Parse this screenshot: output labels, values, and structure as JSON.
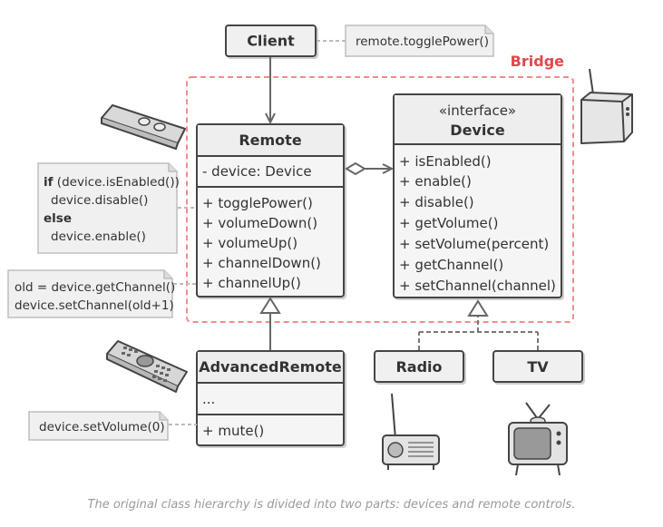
{
  "bridge_label": "Bridge",
  "classes": {
    "client": {
      "name": "Client"
    },
    "remote": {
      "name": "Remote",
      "fields": [
        "- device: Device"
      ],
      "methods": [
        "+ togglePower()",
        "+ volumeDown()",
        "+ volumeUp()",
        "+ channelDown()",
        "+ channelUp()"
      ]
    },
    "device": {
      "stereotype": "«interface»",
      "name": "Device",
      "methods": [
        "+ isEnabled()",
        "+ enable()",
        "+ disable()",
        "+ getVolume()",
        "+ setVolume(percent)",
        "+ getChannel()",
        "+ setChannel(channel)"
      ]
    },
    "advanced": {
      "name": "AdvancedRemote",
      "fields": [
        "..."
      ],
      "methods": [
        "+ mute()"
      ]
    },
    "radio": {
      "name": "Radio"
    },
    "tv": {
      "name": "TV"
    }
  },
  "notes": {
    "client": "remote.togglePower()",
    "toggle": {
      "kw1": "if",
      "line1": " (device.isEnabled())",
      "line2": "device.disable()",
      "kw2": "else",
      "line4": "device.enable()"
    },
    "channel": [
      "old = device.getChannel()",
      "device.setChannel(old+1)"
    ],
    "mute": "device.setVolume(0)"
  },
  "caption": "The original class hierarchy is divided into two parts: devices and remote controls."
}
